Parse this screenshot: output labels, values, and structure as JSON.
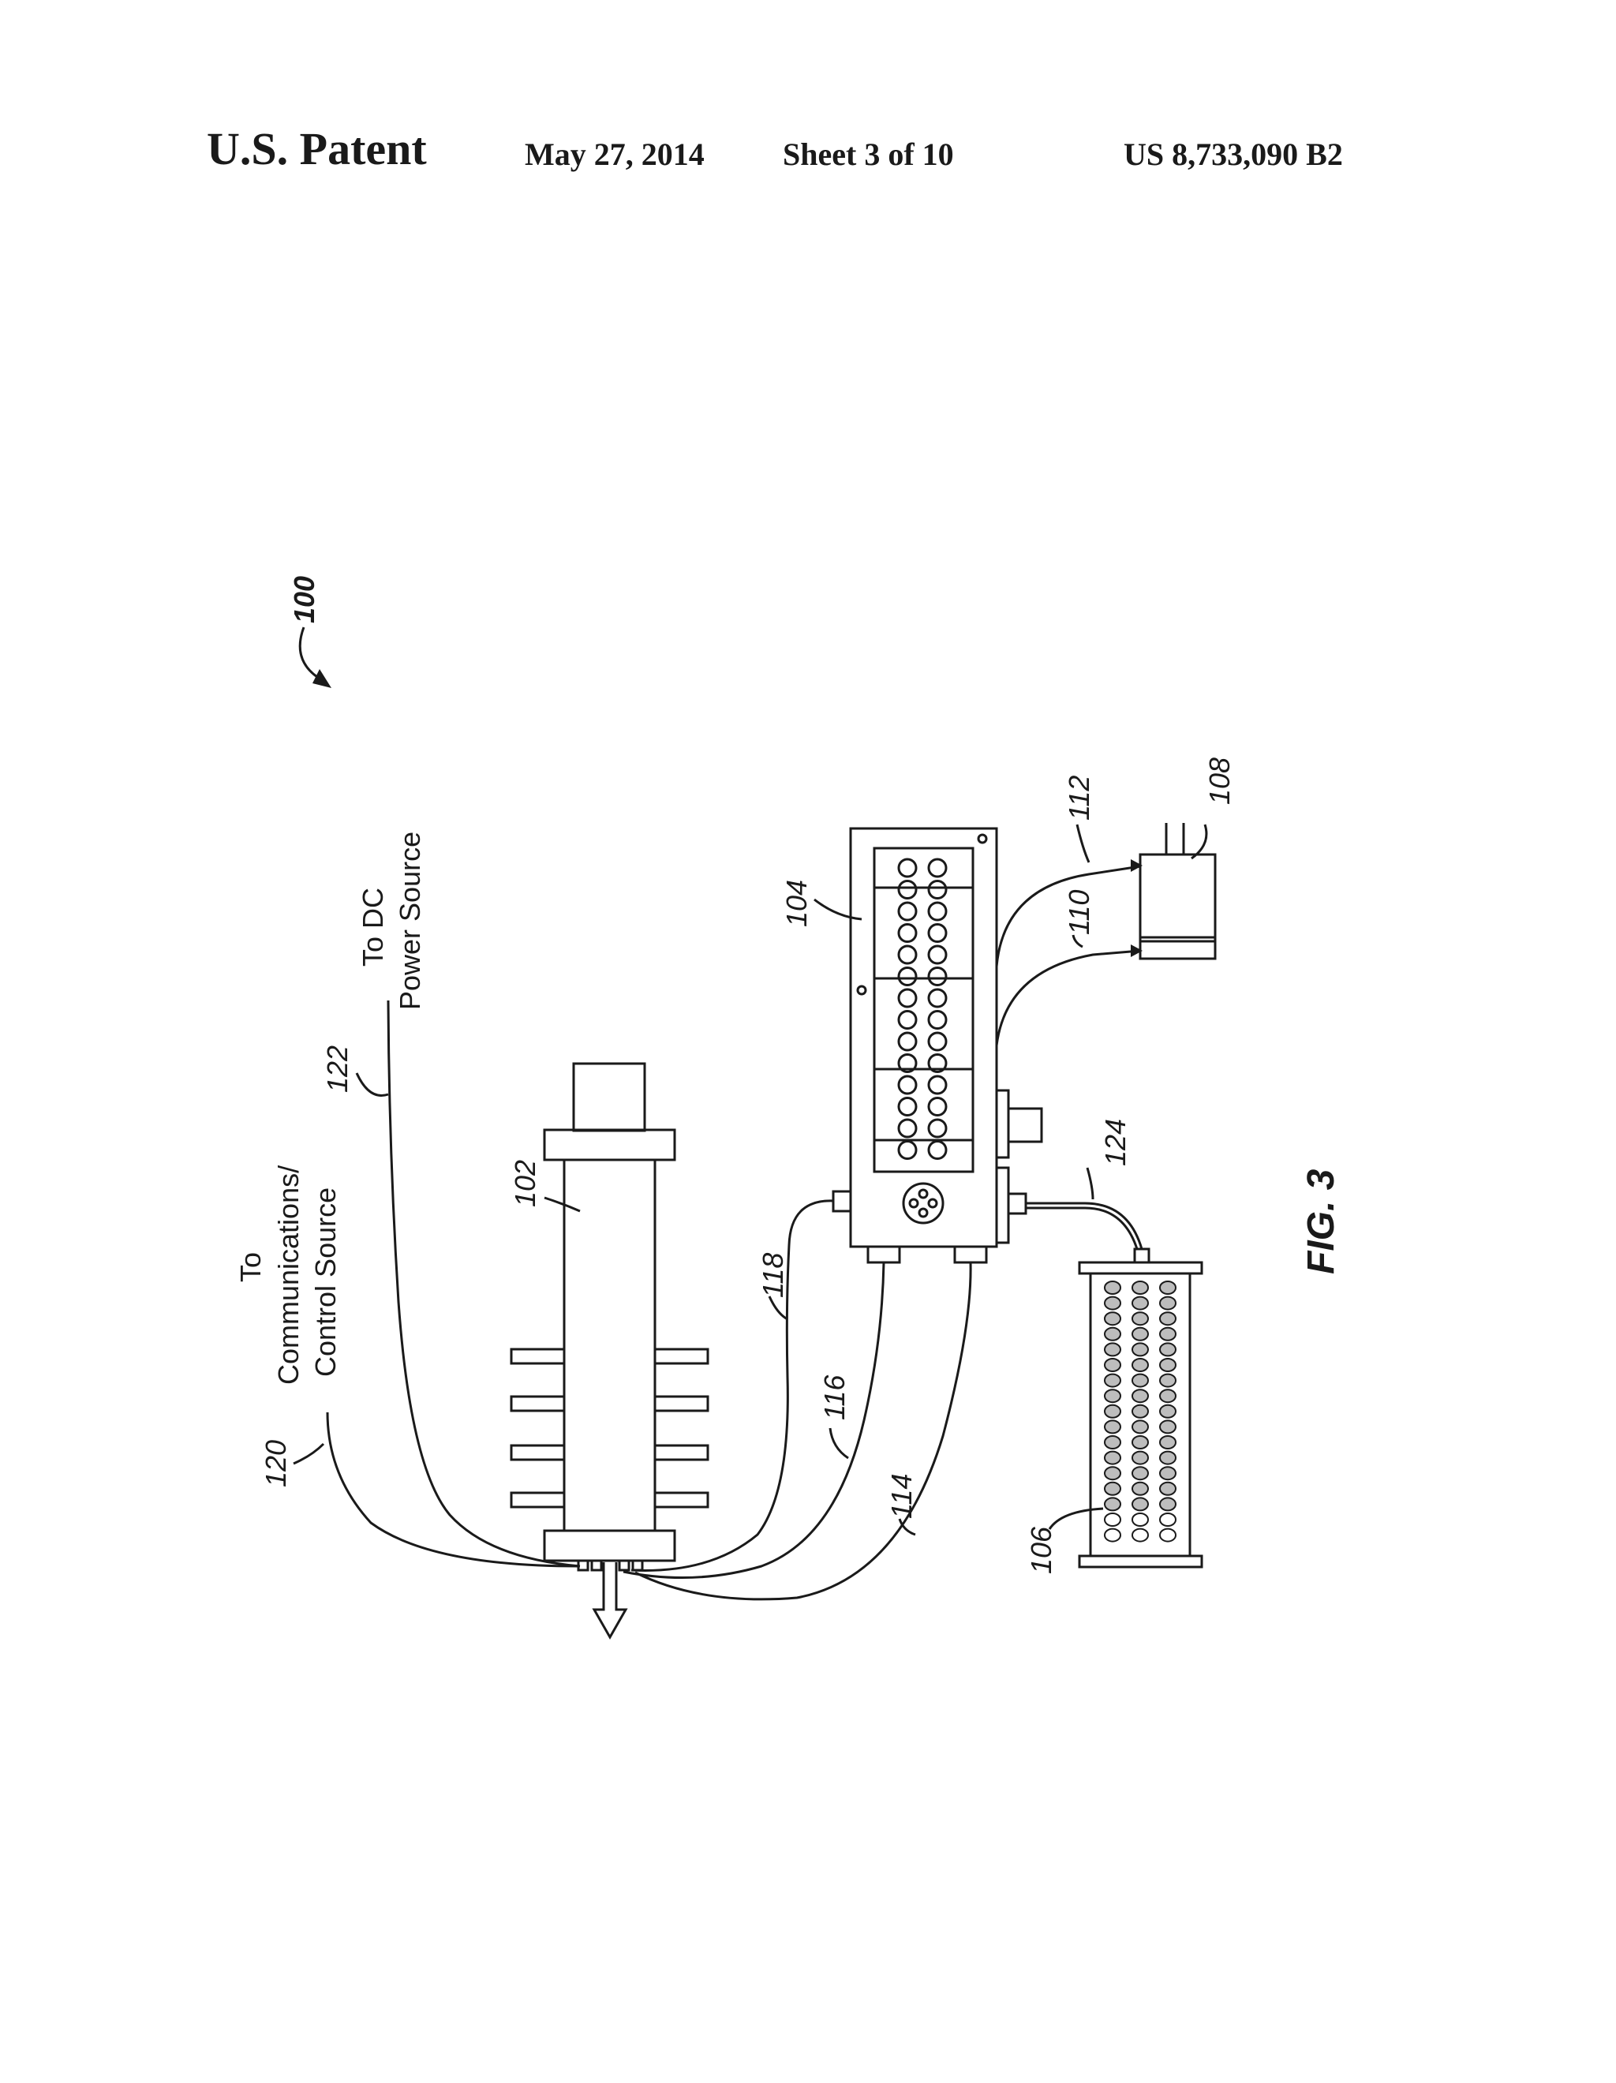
{
  "header": {
    "title": "U.S. Patent",
    "date": "May 27, 2014",
    "sheet": "Sheet 3 of 10",
    "patent_number": "US 8,733,090 B2"
  },
  "figure": {
    "label": "FIG. 3",
    "refs": {
      "r100": "100",
      "r102": "102",
      "r104": "104",
      "r106": "106",
      "r108": "108",
      "r110": "110",
      "r112": "112",
      "r114": "114",
      "r116": "116",
      "r118": "118",
      "r120": "120",
      "r122": "122",
      "r124": "124"
    },
    "texts": {
      "dc_line1": "To DC",
      "dc_line2": "Power Source",
      "comm_line1": "To",
      "comm_line2": "Communications/",
      "comm_line3": "Control Source"
    }
  }
}
